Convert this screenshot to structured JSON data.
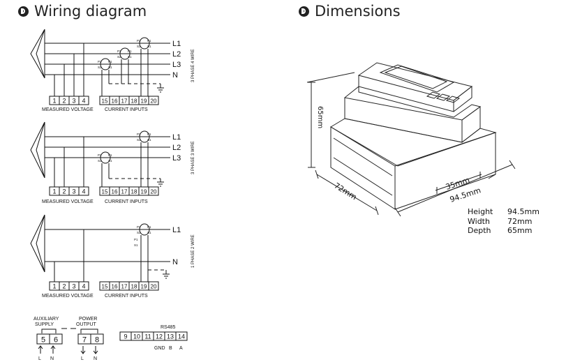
{
  "wiring": {
    "title": "Wiring diagram",
    "lines": {
      "l1": "L1",
      "l2": "L2",
      "l3": "L3",
      "n": "N"
    },
    "voltage_terminals": [
      "1",
      "2",
      "3",
      "4"
    ],
    "current_terminals": [
      "15",
      "16",
      "17",
      "18",
      "19",
      "20"
    ],
    "measured_voltage": "MEASURED VOLTAGE",
    "current_inputs": "CURRENT INPUTS",
    "ct": {
      "p1": "P1",
      "p2": "P2",
      "s1": "S1",
      "s2": "S2"
    },
    "four_wire": "3 PHASE 4 WIRE",
    "three_wire": "3 PHASE 3 WIRE",
    "two_wire": "1 PHASE 2 WIRE",
    "aux": {
      "auxiliary_line1": "AUXILIARY",
      "auxiliary_line2": "SUPPLY",
      "power_line1": "POWER",
      "power_line2": "OUTPUT",
      "aux_terminals": [
        "5",
        "6"
      ],
      "power_terminals": [
        "7",
        "8"
      ],
      "rs485": "RS485",
      "rs485_terminals": [
        "9",
        "10",
        "11",
        "12",
        "13",
        "14"
      ],
      "gnd": "GND",
      "b": "B",
      "a": "A",
      "l": "L",
      "n": "N"
    }
  },
  "dimensions": {
    "title": "Dimensions",
    "height_dim": "65mm",
    "width_dim": "72mm",
    "depth_dim_small": "35mm",
    "depth_dim_large": "94.5mm",
    "specs": [
      {
        "label": "Height",
        "value": "94.5mm"
      },
      {
        "label": "Width",
        "value": "72mm"
      },
      {
        "label": "Depth",
        "value": "65mm"
      }
    ]
  }
}
